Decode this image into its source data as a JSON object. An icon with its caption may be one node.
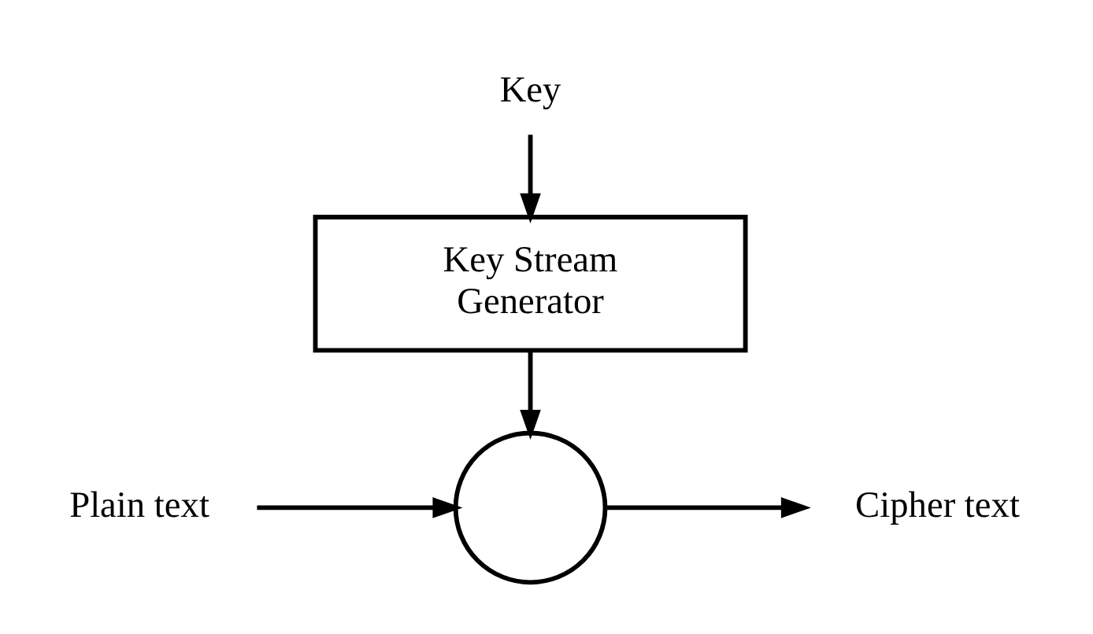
{
  "diagram": {
    "nodes": [
      {
        "text": [
          "Key"
        ]
      },
      {
        "text": [
          "Key Stream Generator"
        ]
      },
      {
        "text": [
          "Plain text"
        ]
      },
      {
        "text": [],
        "shape": "circle"
      },
      {
        "text": [
          "Cipher text"
        ]
      }
    ],
    "edges": [
      {
        "from": 0,
        "to": 1,
        "arrow": "to"
      },
      {
        "from": 1,
        "to": 3,
        "arrow": "to"
      },
      {
        "from": 2,
        "to": 3,
        "arrow": "to"
      },
      {
        "from": 3,
        "to": 4,
        "arrow": "to"
      }
    ]
  }
}
